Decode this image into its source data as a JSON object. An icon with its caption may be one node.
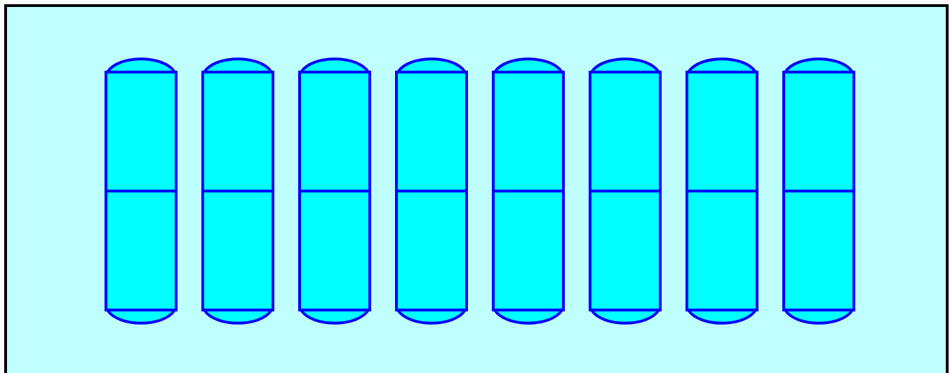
{
  "diagram": {
    "nodes": [
      {
        "text": [],
        "shape": "capsule"
      },
      {
        "text": [],
        "shape": "capsule"
      },
      {
        "text": [],
        "shape": "capsule"
      },
      {
        "text": [],
        "shape": "capsule"
      },
      {
        "text": [],
        "shape": "capsule"
      },
      {
        "text": [],
        "shape": "capsule"
      },
      {
        "text": [],
        "shape": "capsule"
      },
      {
        "text": [],
        "shape": "capsule"
      }
    ]
  }
}
